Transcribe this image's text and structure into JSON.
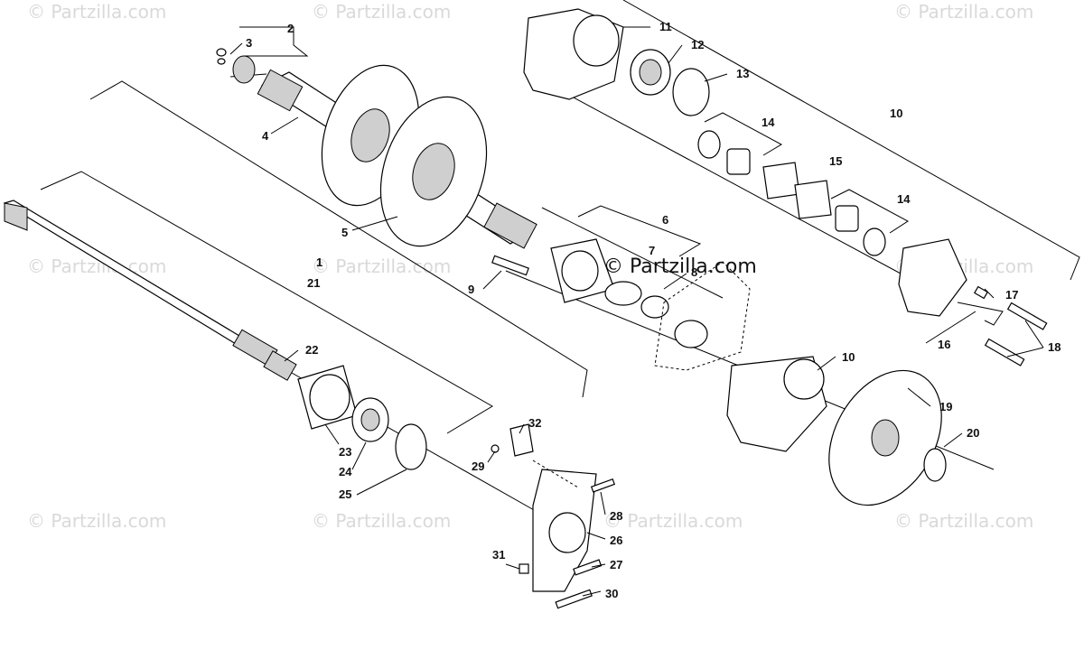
{
  "watermark": "© Partzilla.com",
  "brand": "© Partzilla.com",
  "callouts": [
    "1",
    "2",
    "3",
    "4",
    "5",
    "6",
    "7",
    "8",
    "9",
    "10",
    "10",
    "11",
    "12",
    "13",
    "14",
    "14",
    "15",
    "16",
    "17",
    "18",
    "19",
    "20",
    "21",
    "22",
    "23",
    "24",
    "25",
    "26",
    "27",
    "28",
    "29",
    "30",
    "31",
    "32"
  ]
}
